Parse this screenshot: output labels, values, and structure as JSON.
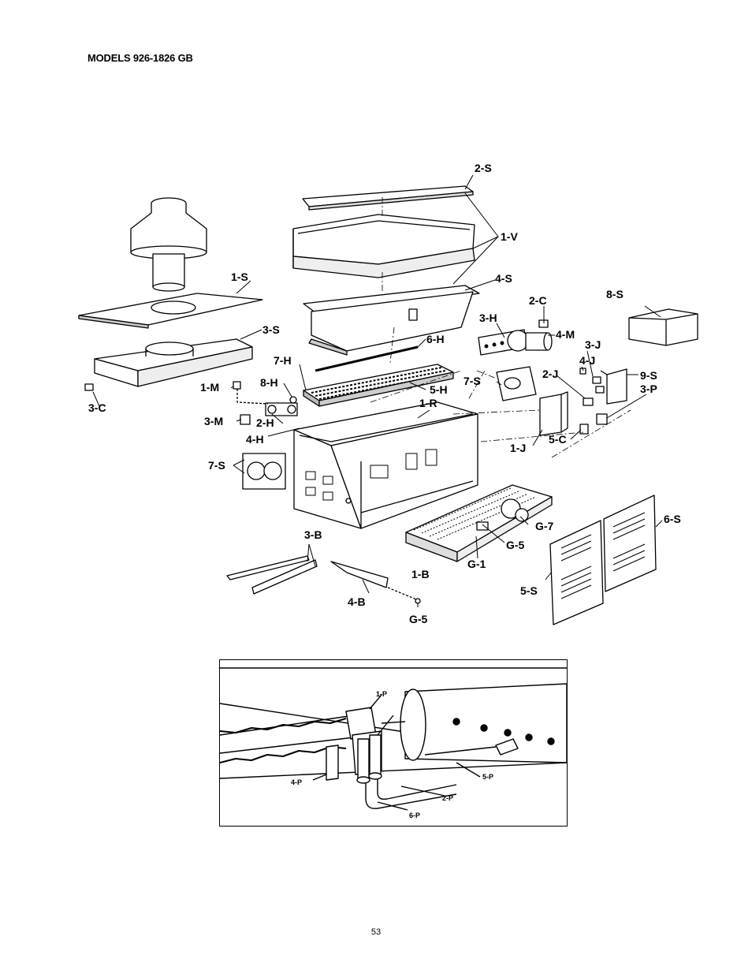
{
  "header": {
    "title": "MODELS 926-1826 GB"
  },
  "parts": {
    "p2S": "2-S",
    "p1V": "1-V",
    "p4S": "4-S",
    "p1S": "1-S",
    "p3S": "3-S",
    "p2C": "2-C",
    "p8S": "8-S",
    "p3H": "3-H",
    "p4M": "4-M",
    "p6H": "6-H",
    "p3J": "3-J",
    "p7H": "7-H",
    "p4J": "4-J",
    "p7S_top": "7-S",
    "p2J": "2-J",
    "p9S": "9-S",
    "p8H": "8-H",
    "p1M": "1-M",
    "p5H": "5-H",
    "p3P": "3-P",
    "p3C": "3-C",
    "p1R": "1-R",
    "p2H": "2-H",
    "p3M": "3-M",
    "p4H": "4-H",
    "p5C": "5-C",
    "p1J": "1-J",
    "p7S_left": "7-S",
    "p6S": "6-S",
    "p3B": "3-B",
    "pG7": "G-7",
    "pG5_top": "G-5",
    "pG1": "G-1",
    "p1B": "1-B",
    "p5S": "5-S",
    "p4B": "4-B",
    "pG5_bottom": "G-5"
  },
  "inset": {
    "p1P": "1-P",
    "p4P": "4-P",
    "p5P": "5-P",
    "p2P": "2-P",
    "p6P": "6-P"
  },
  "footer": {
    "page_number": "53"
  }
}
